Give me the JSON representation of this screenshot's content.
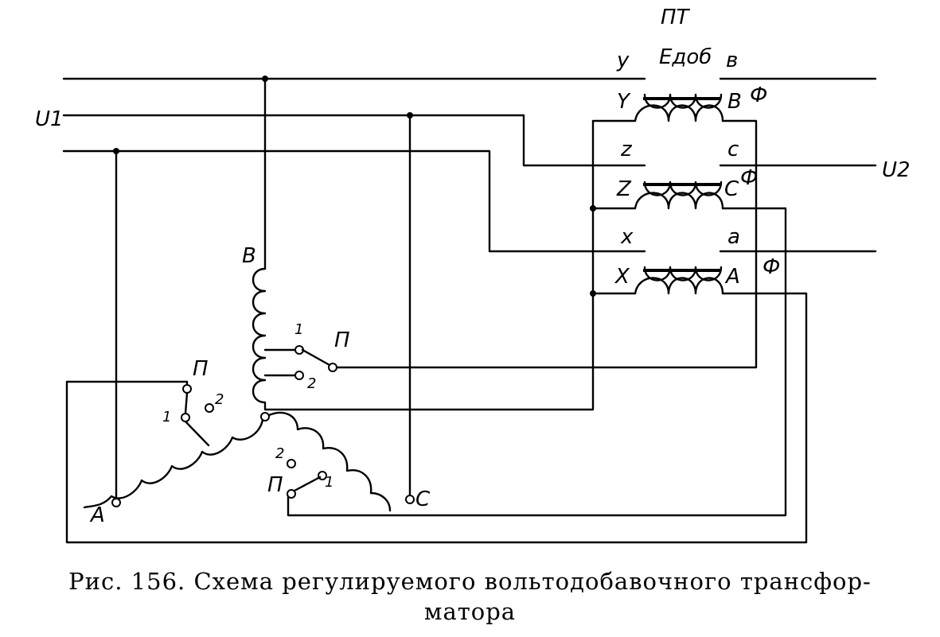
{
  "labels": {
    "transformer": "ПТ",
    "emf": "Eдоб",
    "u1": "U1",
    "u2": "U2",
    "phase": "Ф",
    "switch": "П",
    "pos1": "1",
    "pos2": "2",
    "upper": {
      "y": "y",
      "b": "в",
      "c": "c",
      "z": "z",
      "x": "x",
      "a": "a"
    },
    "lower": {
      "Y": "Y",
      "B": "B",
      "Z": "Z",
      "C": "C",
      "X": "X",
      "A": "A"
    },
    "auto": {
      "A": "A",
      "B": "B",
      "C": "C"
    }
  },
  "caption": {
    "line1": "Рис. 156. Схема регулируемого вольтодобавочного трансфор-",
    "line2": "матора"
  }
}
